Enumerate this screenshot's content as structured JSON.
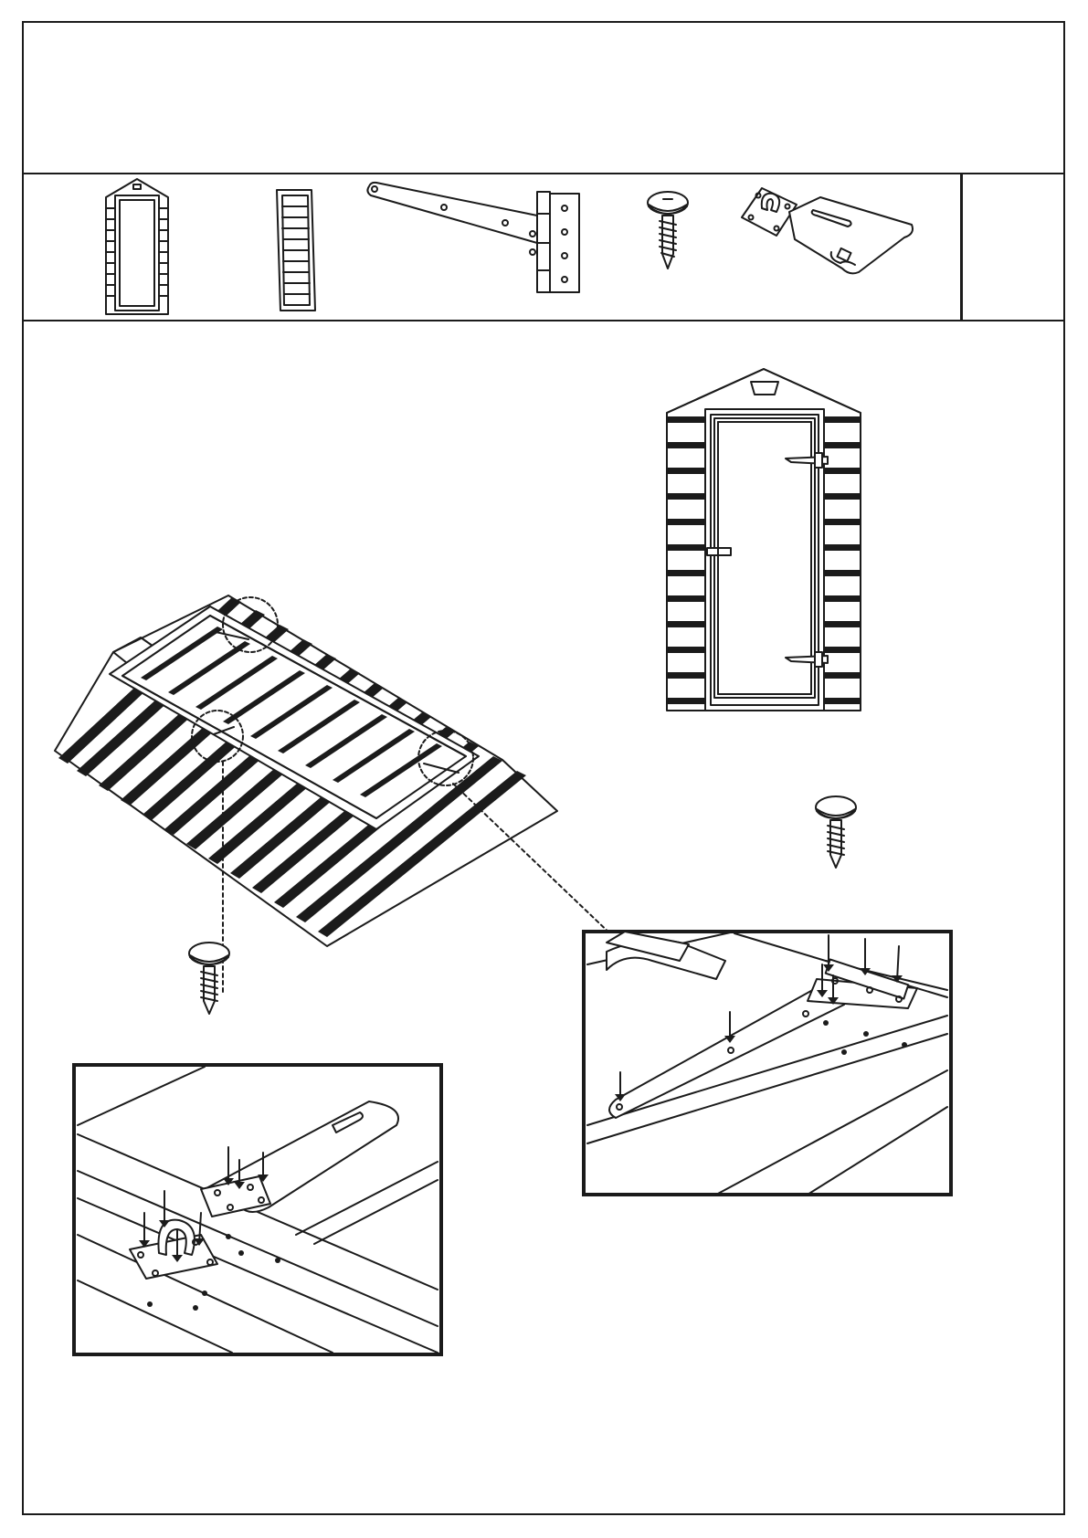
{
  "document": {
    "type": "assembly-instruction-sheet",
    "header_text": "",
    "step_number": ""
  },
  "parts": [
    {
      "name": "door-panel",
      "quantity": ""
    },
    {
      "name": "door-brace",
      "quantity": ""
    },
    {
      "name": "tee-hinge",
      "quantity": ""
    },
    {
      "name": "screw",
      "quantity": ""
    },
    {
      "name": "hasp-and-staple",
      "quantity": ""
    }
  ],
  "colors": {
    "ink": "#1b1b1b",
    "paper": "#ffffff"
  },
  "icons": [
    "door-panel-icon",
    "door-brace-icon",
    "tee-hinge-icon",
    "screw-icon",
    "hasp-icon"
  ]
}
